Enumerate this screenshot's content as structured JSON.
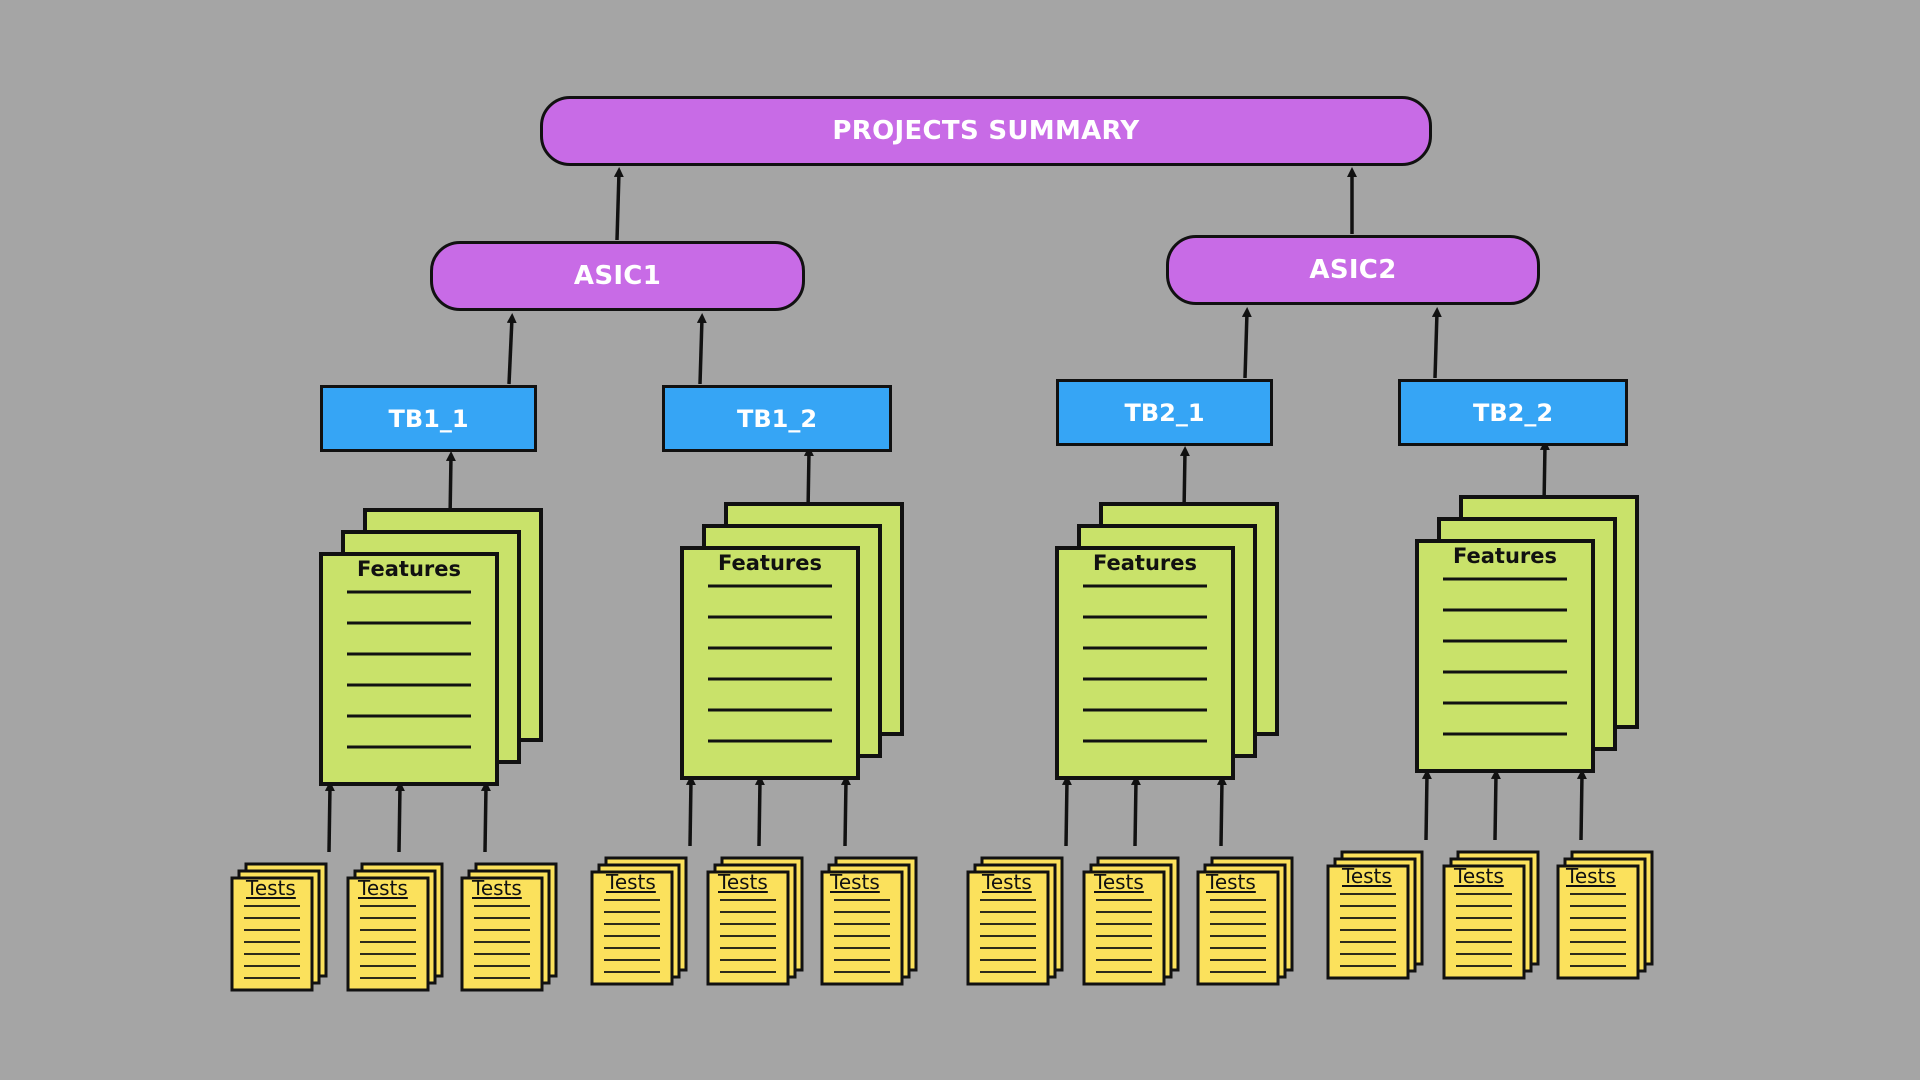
{
  "root": {
    "label": "PROJECTS SUMMARY"
  },
  "asics": [
    {
      "label": "ASIC1",
      "testbenches": [
        {
          "label": "TB1_1",
          "features_label": "Features",
          "tests_labels": [
            "Tests",
            "Tests",
            "Tests"
          ]
        },
        {
          "label": "TB1_2",
          "features_label": "Features",
          "tests_labels": [
            "Tests",
            "Tests",
            "Tests"
          ]
        }
      ]
    },
    {
      "label": "ASIC2",
      "testbenches": [
        {
          "label": "TB2_1",
          "features_label": "Features",
          "tests_labels": [
            "Tests",
            "Tests",
            "Tests"
          ]
        },
        {
          "label": "TB2_2",
          "features_label": "Features",
          "tests_labels": [
            "Tests",
            "Tests",
            "Tests"
          ]
        }
      ]
    }
  ],
  "colors": {
    "background": "#a5a5a5",
    "summary_fill": "#c86be6",
    "asic_fill": "#c86be6",
    "testbench_fill": "#36a5f5",
    "features_fill": "#c9e26a",
    "tests_fill": "#fbe15c",
    "stroke": "#111111"
  },
  "icons": {
    "features": "document-stack-icon",
    "tests": "notes-stack-icon",
    "connector": "arrow-up-icon"
  }
}
